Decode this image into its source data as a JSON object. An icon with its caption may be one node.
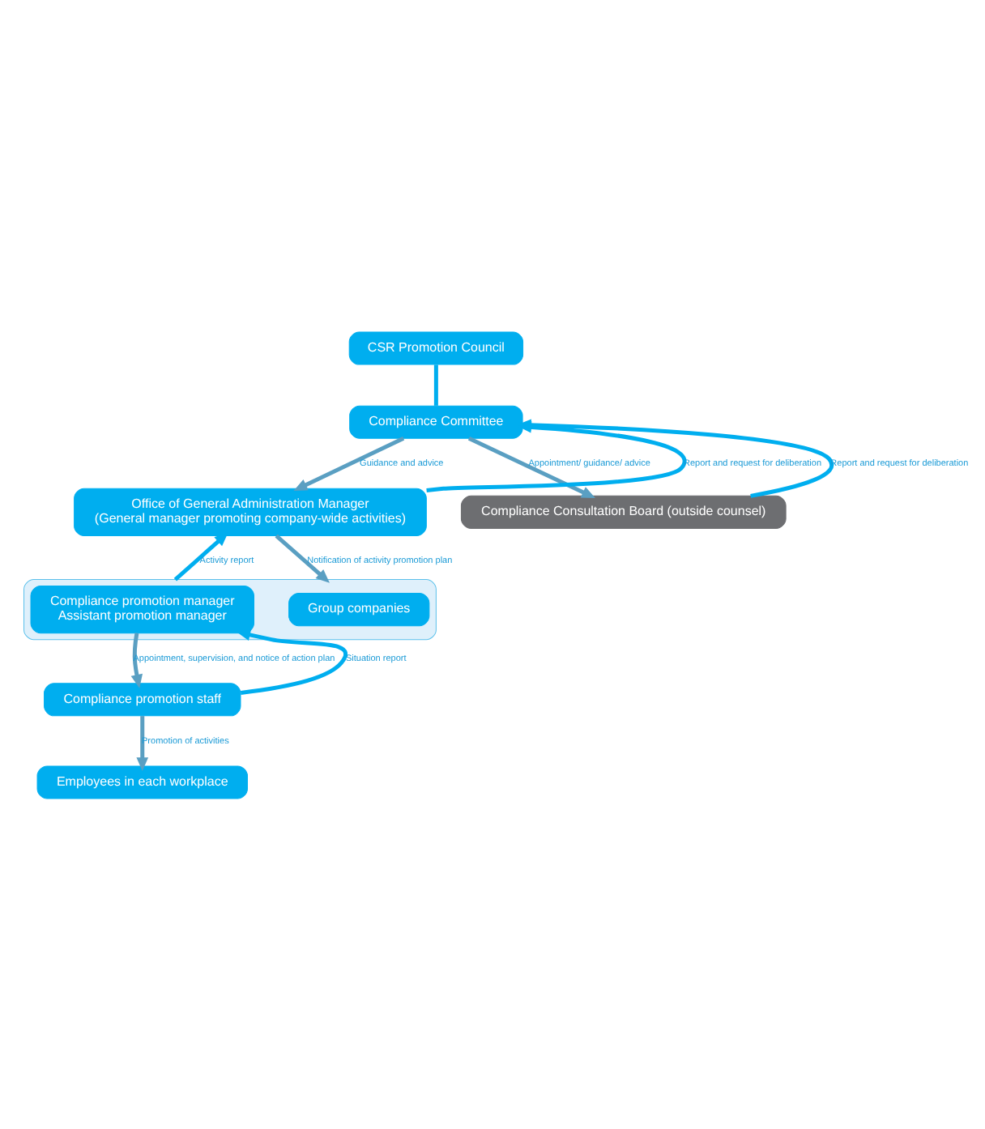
{
  "diagram": {
    "nodes": [
      {
        "text": [
          "CSR Promotion Council"
        ]
      },
      {
        "text": [
          "Compliance Committee"
        ]
      },
      {
        "text": [
          "Office of General Administration Manager",
          "(General manager promoting company-wide activities)"
        ]
      },
      {
        "text": [],
        "shape": "box"
      },
      {
        "text": [
          "Compliance promotion manager",
          "Assistant promotion manager"
        ],
        "in": 3
      },
      {
        "text": [
          "Group companies"
        ],
        "in": 3
      },
      {
        "text": [
          "Compliance promotion staff"
        ]
      },
      {
        "text": [
          "Employees in each workplace"
        ]
      },
      {
        "text": [
          "Compliance Consultation Board (outside counsel)"
        ]
      }
    ],
    "edges": [
      {
        "from": 0,
        "to": 1,
        "arrow": "none"
      },
      {
        "from": 2,
        "to": 1,
        "arrow": "to",
        "label": "Report and request for deliberation"
      },
      {
        "from": 1,
        "to": 2,
        "arrow": "to",
        "label": "Guidance and advice",
        "color": "#5a9fc2"
      },
      {
        "from": 3,
        "to": 2,
        "arrow": "to",
        "label": "Activity report"
      },
      {
        "from": 2,
        "to": 3,
        "arrow": "to",
        "label": "Notification of activity promotion plan",
        "color": "#5a9fc2"
      },
      {
        "from": 6,
        "to": 4,
        "arrow": "to",
        "label": "Situation report"
      },
      {
        "from": 4,
        "to": 6,
        "arrow": "to",
        "label": "Appointment, supervision, and notice of action plan",
        "color": "#5a9fc2"
      },
      {
        "from": 6,
        "to": 7,
        "arrow": "to",
        "label": "Promotion of activities",
        "color": "#5a9fc2"
      },
      {
        "from": 8,
        "to": 1,
        "arrow": "to",
        "label": "Report and request for deliberation"
      },
      {
        "from": 1,
        "to": 8,
        "arrow": "to",
        "label": "Appointment/ guidance/ advice",
        "color": "#5a9fc2"
      }
    ]
  }
}
